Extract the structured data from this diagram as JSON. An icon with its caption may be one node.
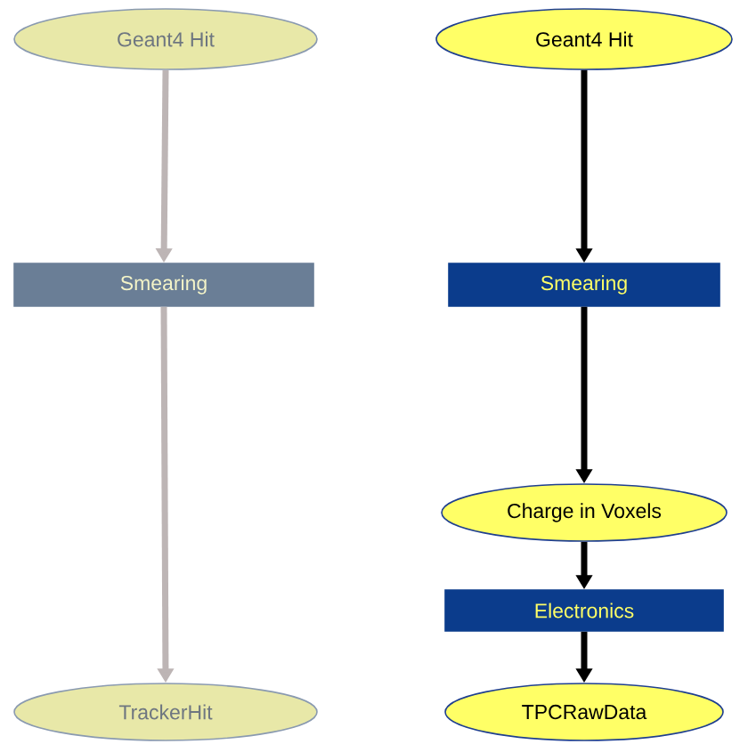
{
  "diagram": {
    "nodes": [
      {
        "text": [
          "Geant4 Hit"
        ]
      },
      {
        "text": [
          "Smearing"
        ]
      },
      {
        "text": [
          "TrackerHit"
        ]
      },
      {
        "text": [
          "Geant4 Hit"
        ]
      },
      {
        "text": [
          "Smearing"
        ]
      },
      {
        "text": [
          "Charge in Voxels"
        ]
      },
      {
        "text": [
          "Electronics"
        ]
      },
      {
        "text": [
          "TPCRawData"
        ]
      }
    ],
    "edges": [
      {
        "from": 0,
        "to": 1,
        "arrow": "to",
        "color": "#bdb5b5"
      },
      {
        "from": 1,
        "to": 2,
        "arrow": "to",
        "color": "#bdb5b5"
      },
      {
        "from": 3,
        "to": 4,
        "arrow": "to"
      },
      {
        "from": 4,
        "to": 5,
        "arrow": "to"
      },
      {
        "from": 5,
        "to": 6,
        "arrow": "to"
      },
      {
        "from": 6,
        "to": 7,
        "arrow": "to"
      }
    ]
  }
}
